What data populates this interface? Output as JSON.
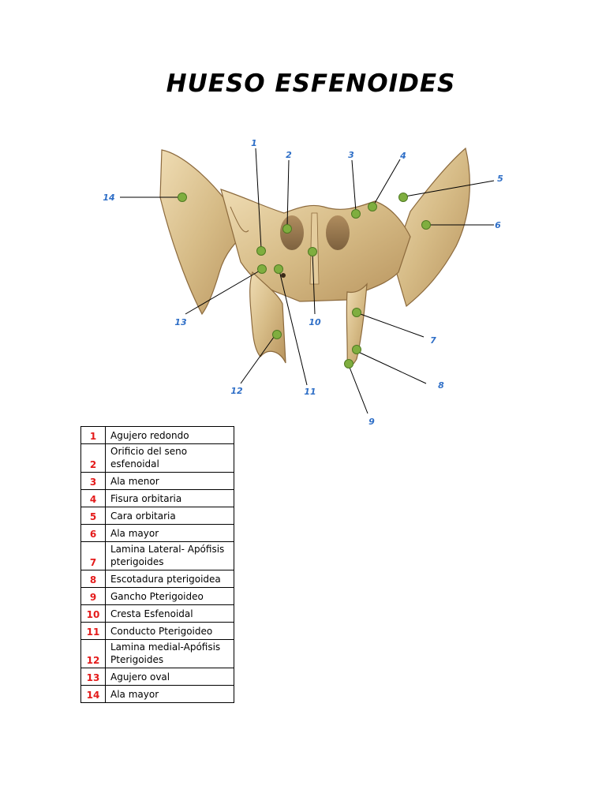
{
  "title": "HUESO ESFENOIDES",
  "callouts": [
    "1",
    "2",
    "3",
    "4",
    "5",
    "6",
    "7",
    "8",
    "9",
    "10",
    "11",
    "12",
    "13",
    "14"
  ],
  "legend": [
    {
      "num": "1",
      "label": "Agujero redondo"
    },
    {
      "num": "2",
      "label": "Orificio del seno esfenoidal"
    },
    {
      "num": "3",
      "label": "Ala menor"
    },
    {
      "num": "4",
      "label": "Fisura orbitaria"
    },
    {
      "num": "5",
      "label": "Cara orbitaria"
    },
    {
      "num": "6",
      "label": "Ala mayor"
    },
    {
      "num": "7",
      "label": "Lamina Lateral- Apófisis pterigoides"
    },
    {
      "num": "8",
      "label": "Escotadura pterigoidea"
    },
    {
      "num": "9",
      "label": "Gancho Pterigoideo"
    },
    {
      "num": "10",
      "label": "Cresta Esfenoidal"
    },
    {
      "num": "11",
      "label": "Conducto Pterigoideo"
    },
    {
      "num": "12",
      "label": "Lamina medial-Apófisis Pterigoides"
    },
    {
      "num": "13",
      "label": "Agujero oval"
    },
    {
      "num": "14",
      "label": "Ala mayor"
    }
  ],
  "colors": {
    "bone": "#d9c08f",
    "bone_shadow": "#8c6a3d",
    "marker": "#7fae3f",
    "callout_text": "#2f6fc7",
    "legend_number": "#e41b1b"
  }
}
